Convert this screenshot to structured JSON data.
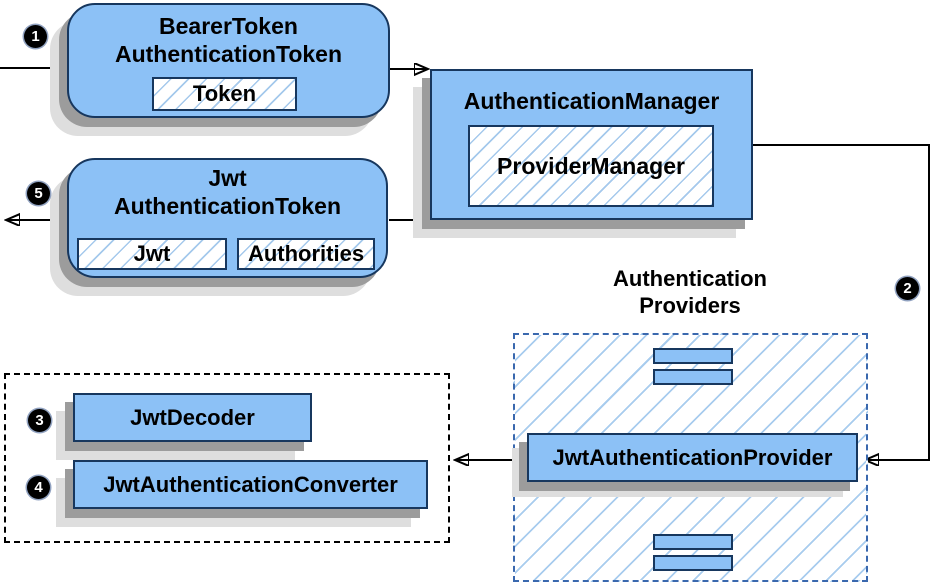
{
  "diagram": {
    "steps": {
      "one": "1",
      "two": "2",
      "three": "3",
      "four": "4",
      "five": "5"
    },
    "nodes": {
      "bearer_token": {
        "title_line1": "BearerToken",
        "title_line2": "AuthenticationToken",
        "field": "Token"
      },
      "authentication_manager": {
        "title": "AuthenticationManager",
        "field": "ProviderManager"
      },
      "jwt_authentication_token": {
        "title_line1": "Jwt",
        "title_line2": "AuthenticationToken",
        "field_jwt": "Jwt",
        "field_authorities": "Authorities"
      },
      "authentication_providers": {
        "title_line1": "Authentication",
        "title_line2": "Providers",
        "provider": "JwtAuthenticationProvider"
      },
      "jwt_components": {
        "decoder": "JwtDecoder",
        "converter": "JwtAuthenticationConverter"
      }
    },
    "colors": {
      "node_fill": "#8CC1F6",
      "node_border": "#17375E",
      "hatch_line": "#A5C9EC",
      "providers_dash_border": "#3A68AE",
      "outer_dash_border": "#000000",
      "connector": "#000000",
      "badge_background": "#000000",
      "badge_text": "#FFFFFF",
      "shadow_dark": "#9C9C9C",
      "shadow_light": "#DEDEDE"
    }
  }
}
